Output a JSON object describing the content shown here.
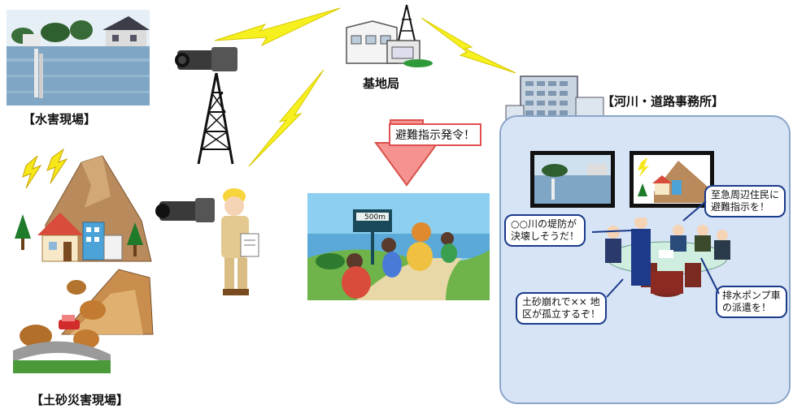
{
  "labels": {
    "flood_site": "【水害現場】",
    "landslide_site": "【土砂災害現場】",
    "base_station": "基地局",
    "office": "【河川・道路事務所】",
    "evacuation_order": "避難指示発令！",
    "sign_distance": "500m"
  },
  "bubbles": {
    "levee": [
      "○○川の堤防が",
      "決壊しそうだ！"
    ],
    "residents": [
      "至急周辺住民に",
      "避難指示を！"
    ],
    "landslide": [
      "土砂崩れで×× 地",
      "区が孤立するぞ！"
    ],
    "pump": [
      "排水ポンプ車",
      "の派遣を！"
    ]
  },
  "colors": {
    "lightning": "#f5f01e",
    "office_panel": "#d7e4f5",
    "bubble_border": "#1a3a8a",
    "arrow": "#f4938f"
  }
}
